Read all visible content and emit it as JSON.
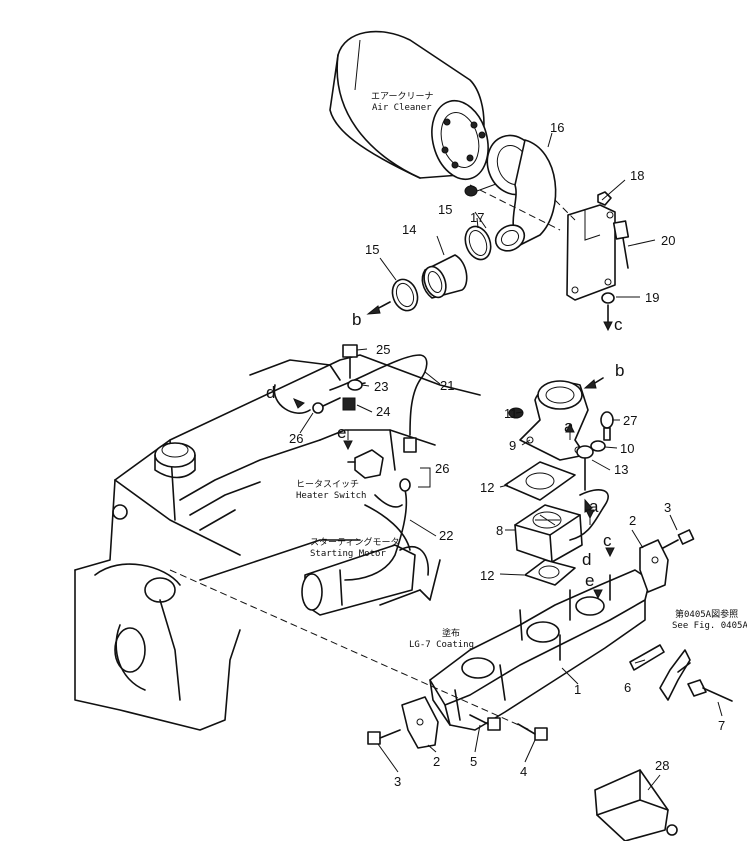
{
  "labels": {
    "air_cleaner_jp": "エアークリーナ",
    "air_cleaner_en": "Air Cleaner",
    "heater_switch_jp": "ヒータスイッチ",
    "heater_switch_en": "Heater Switch",
    "starting_motor_jp": "スターティングモータ",
    "starting_motor_en": "Starting Motor",
    "coating_jp": "塗布",
    "coating_en": "LG-7 Coating",
    "see_fig_jp": "第0405A図参照",
    "see_fig_en": "See Fig. 0405A"
  },
  "callouts": {
    "p1": "1",
    "p2a": "2",
    "p2b": "2",
    "p3a": "3",
    "p3b": "3",
    "p4": "4",
    "p5": "5",
    "p6": "6",
    "p7": "7",
    "p8": "8",
    "p9": "9",
    "p10": "10",
    "p11": "11",
    "p12a": "12",
    "p12b": "12",
    "p13": "13",
    "p14": "14",
    "p15a": "15",
    "p15b": "15",
    "p16": "16",
    "p17": "17",
    "p18": "18",
    "p19": "19",
    "p20": "20",
    "p21": "21",
    "p22": "22",
    "p23": "23",
    "p24": "24",
    "p25": "25",
    "p26a": "26",
    "p26b": "26",
    "p27": "27",
    "p28": "28"
  },
  "refs": {
    "a1": "a",
    "a2": "a",
    "b1": "b",
    "b2": "b",
    "c1": "c",
    "c2": "c",
    "d1": "d",
    "d2": "d",
    "e1": "e",
    "e2": "e"
  }
}
